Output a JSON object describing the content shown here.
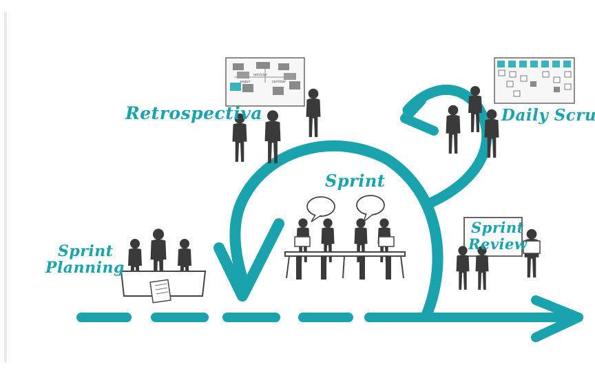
{
  "colors": {
    "accent": "#1aa3ad",
    "figure": "#3a3a3a",
    "board": "#f2f2f2",
    "sticky_gray": "#8a8a8a",
    "sticky_teal": "#3ab2bd"
  },
  "labels": {
    "retrospectiva": "Retrospectiva",
    "daily_scrum": "Daily Scrum",
    "sprint": "Sprint",
    "sprint_planning_1": "Sprint",
    "sprint_planning_2": "Planning",
    "sprint_review_1": "Sprint",
    "sprint_review_2": "Review"
  },
  "retro_board": {
    "texts": [
      "reiniciar",
      "seguir",
      "cambiar"
    ]
  }
}
